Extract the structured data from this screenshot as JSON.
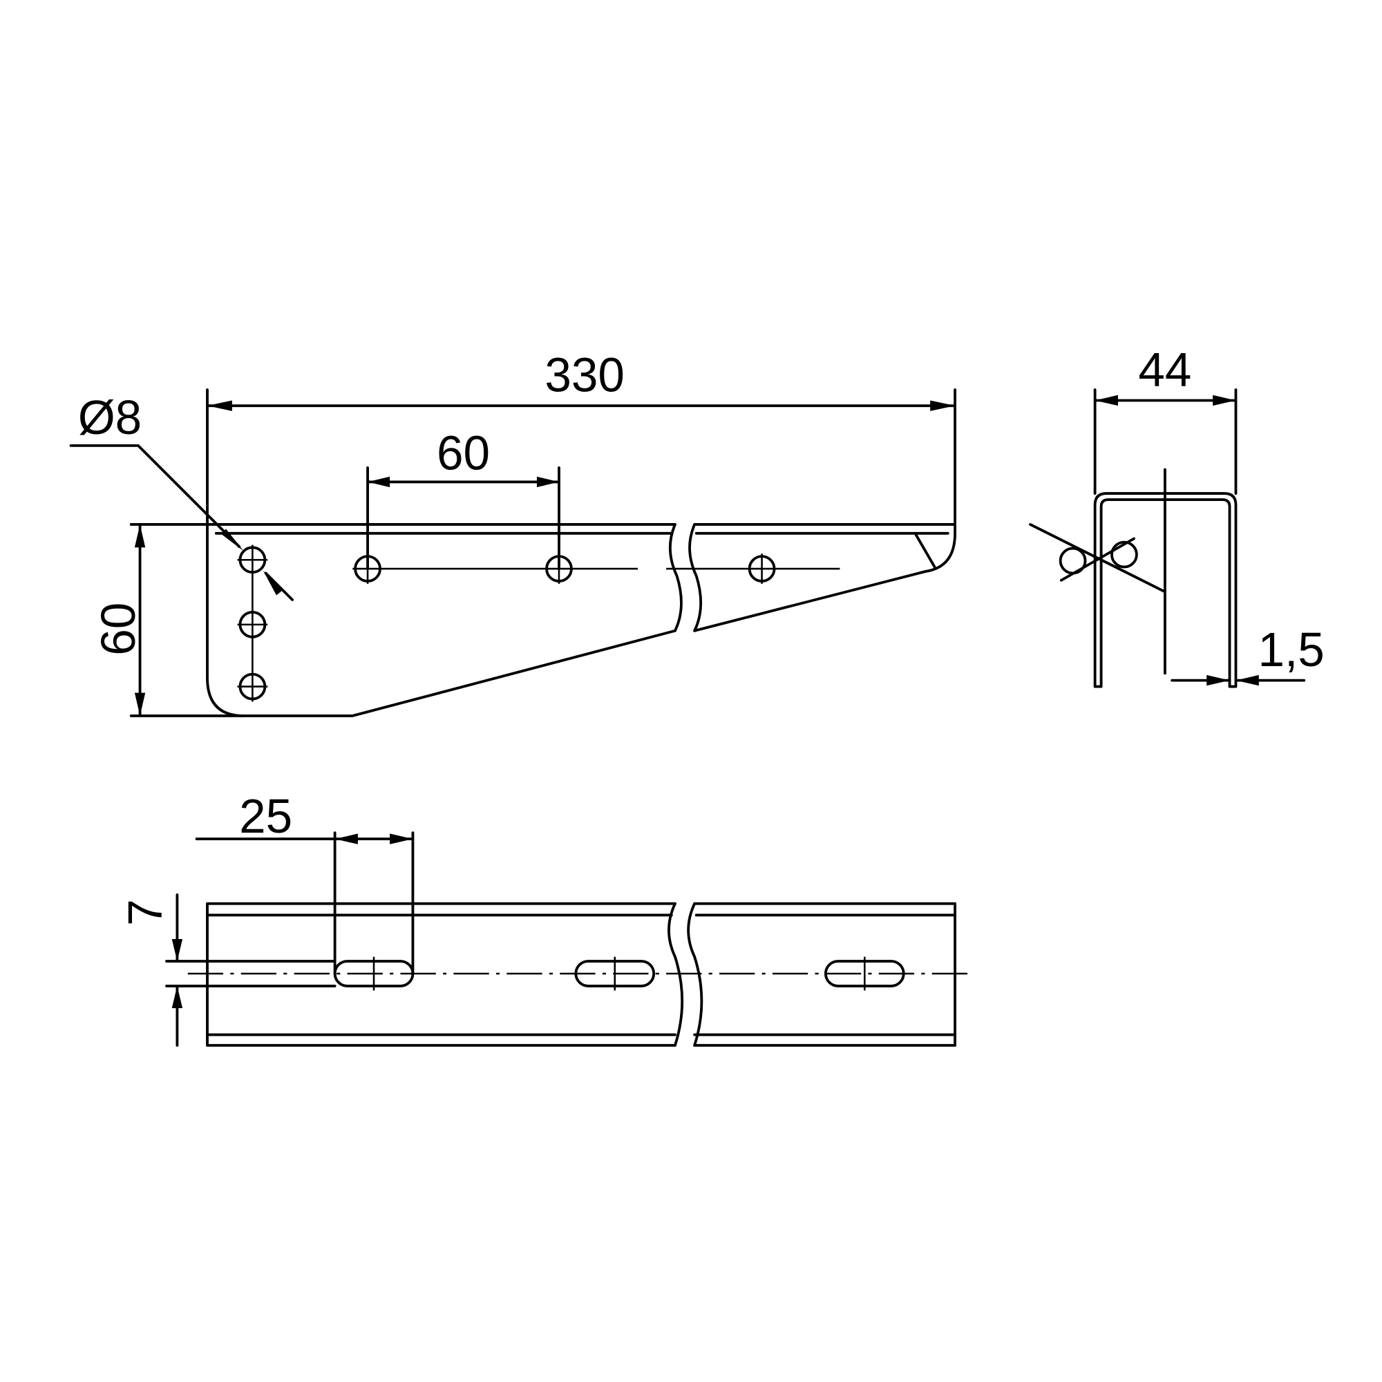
{
  "drawing": {
    "side_view": {
      "overall_length": "330",
      "hole_spacing": "60",
      "height": "60",
      "hole_diameter": "Ø8"
    },
    "end_view": {
      "width": "44",
      "thickness": "1,5"
    },
    "top_view": {
      "slot_length": "25",
      "slot_width": "7"
    },
    "line_color": "#000000",
    "background": "#ffffff"
  }
}
